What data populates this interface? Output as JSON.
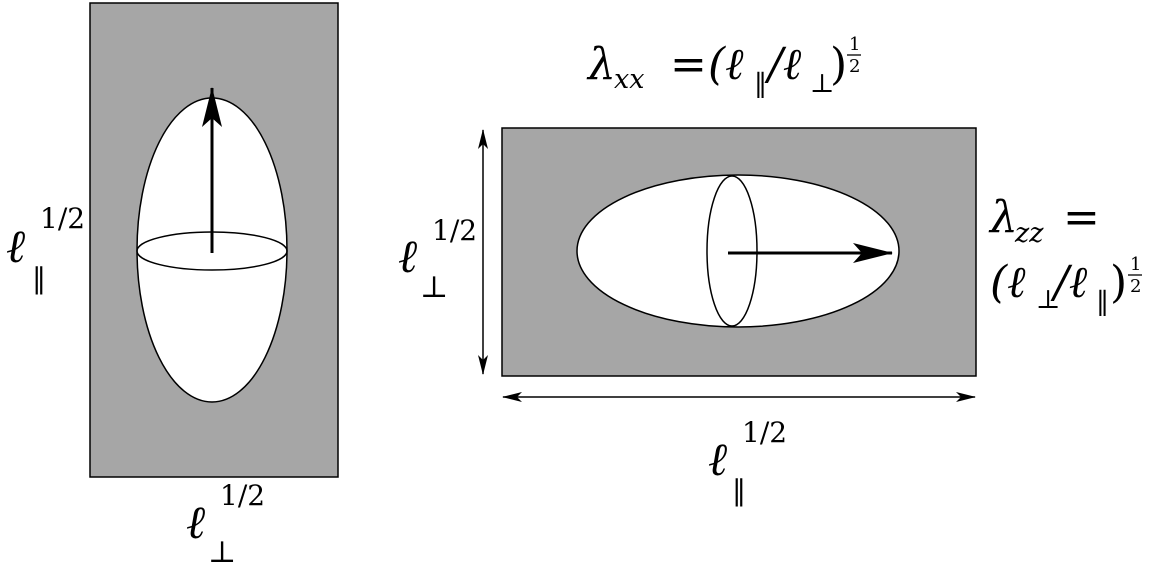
{
  "colors": {
    "background": "#ffffff",
    "panel": "#a6a6a6",
    "ellipse": "#ffffff",
    "stroke": "#000000"
  },
  "left_panel": {
    "axis_vertical_label": {
      "base": "ℓ",
      "subscript": "‖",
      "superscript": "1/2"
    },
    "axis_horizontal_label": {
      "base": "ℓ",
      "subscript": "⊥",
      "superscript": "1/2"
    }
  },
  "right_panel": {
    "top_formula": {
      "lambda": "λ",
      "lambda_sub": "xx",
      "equals": "=",
      "open": "(ℓ",
      "sub1": "‖",
      "slash": "/ℓ",
      "sub2": "⊥",
      "close": ")",
      "exp_num": "1",
      "exp_den": "2"
    },
    "side_formula": {
      "lambda": "λ",
      "lambda_sub": "zz",
      "equals": "=",
      "open": "(ℓ",
      "sub1": "⊥",
      "slash": "/ℓ",
      "sub2": "‖",
      "close": ")",
      "exp_num": "1",
      "exp_den": "2"
    },
    "axis_vertical_label": {
      "base": "ℓ",
      "subscript": "⊥",
      "superscript": "1/2"
    },
    "axis_horizontal_label": {
      "base": "ℓ",
      "subscript": "‖",
      "superscript": "1/2"
    }
  }
}
